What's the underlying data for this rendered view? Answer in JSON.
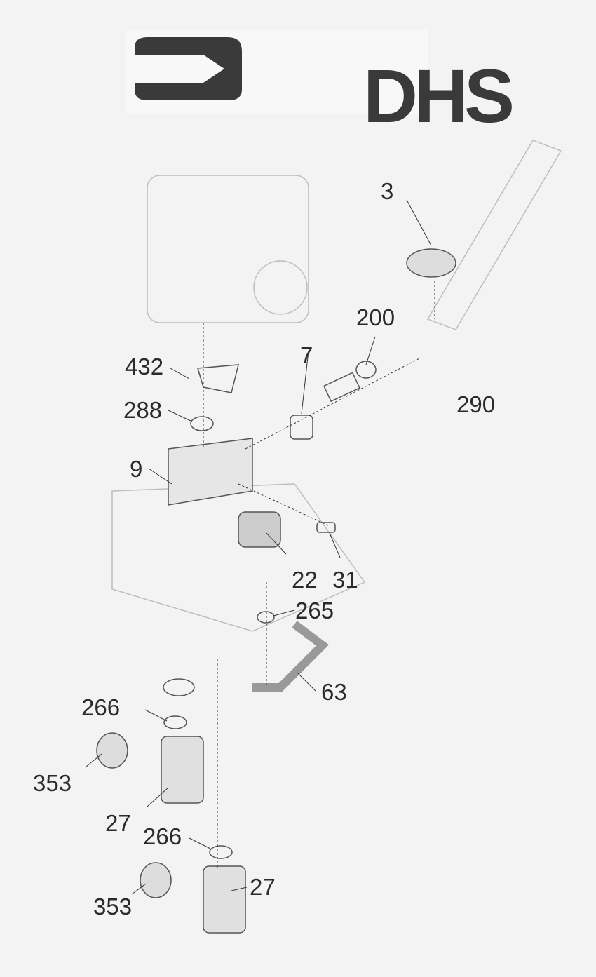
{
  "logo": {
    "text": "DHS",
    "icon": "arrow-right-icon"
  },
  "callouts": [
    {
      "id": "3",
      "label": "3"
    },
    {
      "id": "200",
      "label": "200"
    },
    {
      "id": "7",
      "label": "7"
    },
    {
      "id": "432",
      "label": "432"
    },
    {
      "id": "288",
      "label": "288"
    },
    {
      "id": "290",
      "label": "290"
    },
    {
      "id": "9",
      "label": "9"
    },
    {
      "id": "22",
      "label": "22"
    },
    {
      "id": "31",
      "label": "31"
    },
    {
      "id": "265",
      "label": "265"
    },
    {
      "id": "63",
      "label": "63"
    },
    {
      "id": "266a",
      "label": "266"
    },
    {
      "id": "353a",
      "label": "353"
    },
    {
      "id": "27a",
      "label": "27"
    },
    {
      "id": "266b",
      "label": "266"
    },
    {
      "id": "353b",
      "label": "353"
    },
    {
      "id": "27b",
      "label": "27"
    }
  ]
}
